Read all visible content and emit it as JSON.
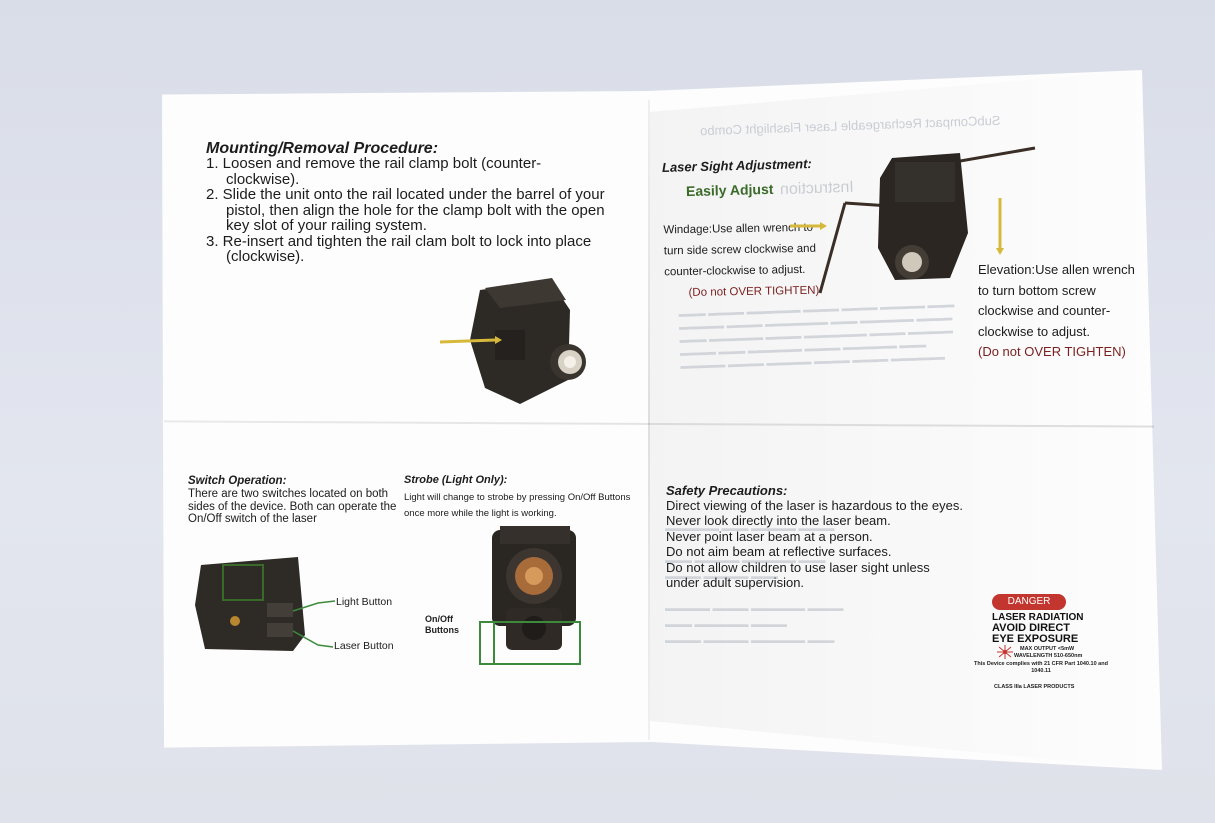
{
  "mounting": {
    "title": "Mounting/Removal Procedure:",
    "steps": [
      "1. Loosen and remove the rail clamp bolt (counter-clockwise).",
      "2. Slide the unit onto the rail located under the barrel of your pistol, then align the hole for the clamp bolt with the open key slot of your railing system.",
      "3. Re-insert and tighten the rail clam bolt to lock into place (clockwise)."
    ]
  },
  "laser_adjust": {
    "title": "Laser Sight Adjustment:",
    "subtitle": "Easily Adjust",
    "windage_text": "Windage:Use allen wrench to turn side screw clockwise and counter-clockwise to adjust.",
    "windage_warning": "(Do not OVER TIGHTEN)",
    "elevation_text": "Elevation:Use allen wrench to turn bottom screw clockwise and counter-clockwise to adjust.",
    "elevation_warning": "(Do not OVER TIGHTEN)"
  },
  "switch": {
    "title": "Switch Operation:",
    "body": "There are two switches located on both sides of the device. Both can operate the On/Off switch of the laser",
    "light_button": "Light Button",
    "laser_button": "Laser Button"
  },
  "strobe": {
    "title": "Strobe (Light Only):",
    "body": "Light will change to strobe by pressing On/Off Buttons once more while the light is working.",
    "onoff_label": "On/Off\nButtons"
  },
  "safety": {
    "title": "Safety Precautions:",
    "lines": [
      "Direct viewing of the laser is hazardous to the eyes.",
      "Never look directly into the laser beam.",
      "Never point laser beam at a person.",
      "Do not aim beam at reflective surfaces.",
      "Do not allow children to use laser sight unless under adult supervision."
    ]
  },
  "danger_label": {
    "badge": "DANGER",
    "line1": "LASER RADIATION",
    "line2": "AVOID DIRECT",
    "line3": "EYE EXPOSURE",
    "spec1": "MAX OUTPUT <5mW",
    "spec2": "WAVELENGTH 510-650nm",
    "compliance": "This Device complies with 21 CFR Part 1040.10 and 1040.11",
    "class": "CLASS IIIa LASER PRODUCTS"
  },
  "colors": {
    "easy_adjust_green": "#3b6a2a",
    "warning_red": "#7a1f1f",
    "danger_badge": "#c2362f",
    "diagram_green": "#3c8a3c"
  }
}
